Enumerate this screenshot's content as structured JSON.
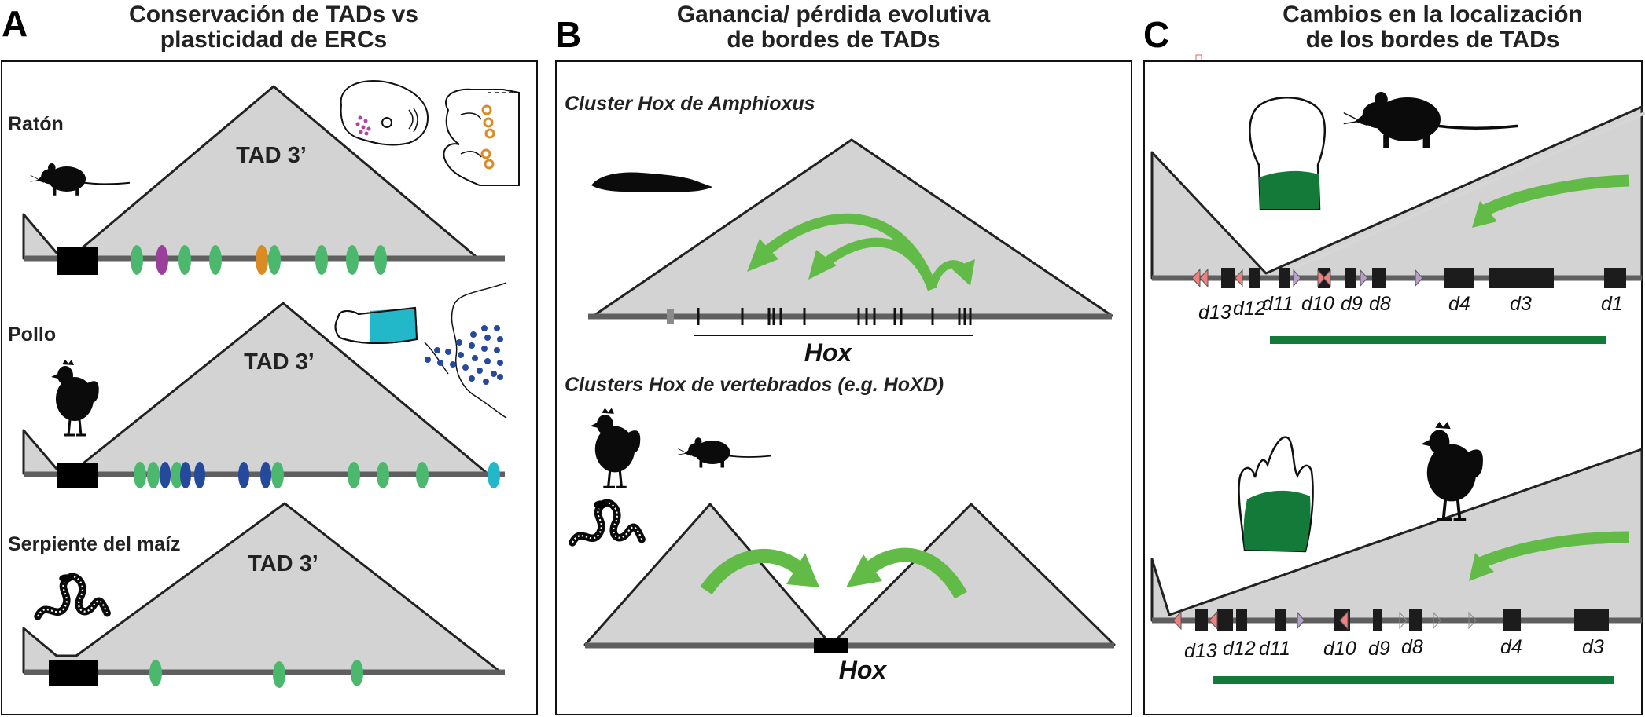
{
  "panels": {
    "A": {
      "letter": "A",
      "title_lines": [
        "Conservación de TADs vs",
        "plasticidad de ERCs"
      ],
      "rows": [
        {
          "organism": "Ratón",
          "tad_label": "TAD 3’"
        },
        {
          "organism": "Pollo",
          "tad_label": "TAD 3’"
        },
        {
          "organism": "Serpiente del maíz",
          "tad_label": "TAD 3’"
        }
      ]
    },
    "B": {
      "letter": "B",
      "title_lines": [
        "Ganancia/ pérdida evolutiva",
        "de bordes de TADs"
      ],
      "cluster_amphioxus": "Cluster Hox de Amphioxus",
      "cluster_vertebrates": "Clusters Hox de vertebrados (e.g. HoXD)",
      "hox_label_top": "Hox",
      "hox_label_bottom": "Hox"
    },
    "C": {
      "letter": "C",
      "title_lines": [
        "Cambios en la localización",
        "de los bordes de TADs"
      ],
      "mouse_genes": [
        "d13",
        "d12",
        "d11",
        "d10",
        "d9",
        "d8",
        "d4",
        "d3",
        "d1"
      ],
      "chicken_genes": [
        "d13",
        "d12",
        "d11",
        "d10",
        "d9",
        "d8",
        "d4",
        "d3"
      ]
    }
  },
  "colors": {
    "tad_fill": "#d3d3d3",
    "chromosome": "#5f5f5f",
    "erc_green": "#4cb86e",
    "erc_purple": "#9b3f9c",
    "erc_orange": "#d98b25",
    "erc_blue": "#25499b",
    "erc_cyan": "#22b8c9",
    "contact_arrow": "#62bb47",
    "expression_green": "#147a3a",
    "boundary_triangle_pink": "#f08080",
    "boundary_triangle_purple": "#b6a0c8"
  },
  "icons": [
    "mouse-icon",
    "chicken-icon",
    "snake-icon",
    "amphioxus-icon",
    "embryo-icon",
    "limb-bud-icon",
    "digit-bud-icon",
    "green-contact-arrow"
  ]
}
